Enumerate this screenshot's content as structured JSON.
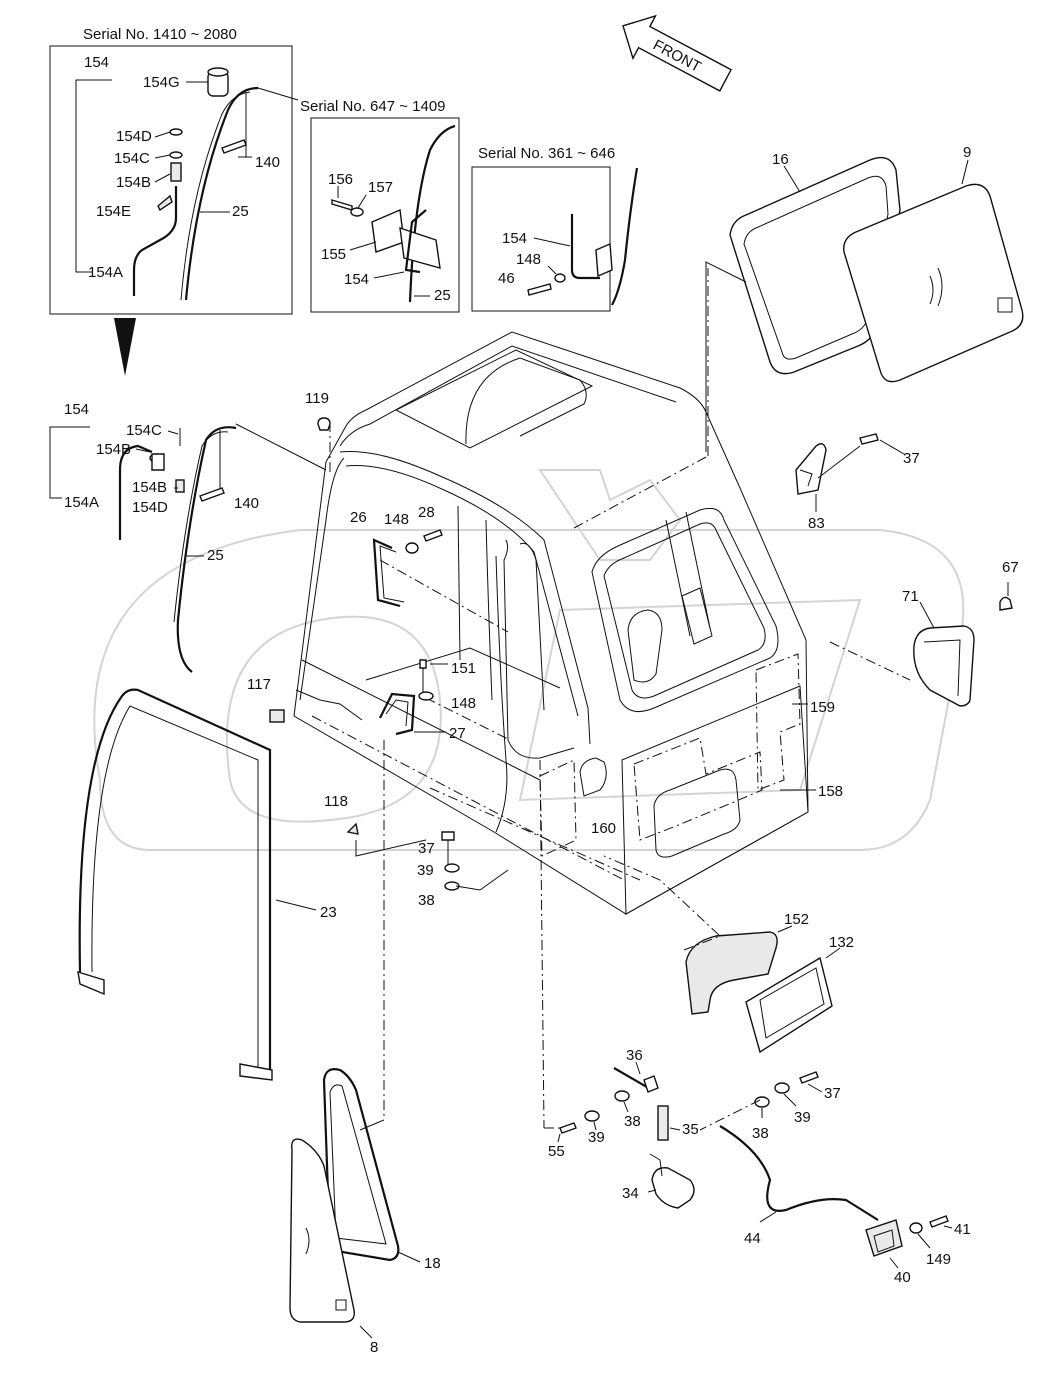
{
  "insets": [
    {
      "serial": "Serial No. 1410 ~ 2080"
    },
    {
      "serial": "Serial No. 647 ~ 1409"
    },
    {
      "serial": "Serial No. 361 ~ 646"
    }
  ],
  "front_label": "FRONT",
  "callouts": {
    "c154_i1": "154",
    "c154G": "154G",
    "c154D_i1": "154D",
    "c154C_i1": "154C",
    "c154B_i1": "154B",
    "c154E": "154E",
    "c154A_i1": "154A",
    "c140_i1": "140",
    "c25_i1": "25",
    "c156": "156",
    "c157": "157",
    "c155": "155",
    "c154_i2": "154",
    "c25_i2": "25",
    "c154_i3": "154",
    "c148_i3": "148",
    "c46": "46",
    "c16": "16",
    "c9": "9",
    "c154_m": "154",
    "c154C_m": "154C",
    "c154B_m": "154B",
    "c154B2_m": "154B",
    "c154A_m": "154A",
    "c154D_m": "154D",
    "c140_m": "140",
    "c25_m": "25",
    "c119": "119",
    "c26": "26",
    "c148_a": "148",
    "c28": "28",
    "c151": "151",
    "c148_b": "148",
    "c27": "27",
    "c117": "117",
    "c118": "118",
    "c37_a": "37",
    "c39_a": "39",
    "c38_a": "38",
    "c160": "160",
    "c23": "23",
    "c37_b": "37",
    "c83": "83",
    "c67": "67",
    "c71": "71",
    "c159": "159",
    "c158": "158",
    "c152": "152",
    "c132": "132",
    "c36": "36",
    "c37_c": "37",
    "c38_b": "38",
    "c39_b": "39",
    "c38_c": "38",
    "c35": "35",
    "c39_c": "39",
    "c55": "55",
    "c34": "34",
    "c44": "44",
    "c41": "41",
    "c149": "149",
    "c40": "40",
    "c18": "18",
    "c8": "8"
  },
  "icons": [
    "arrow-down-icon",
    "front-arrow-icon"
  ]
}
